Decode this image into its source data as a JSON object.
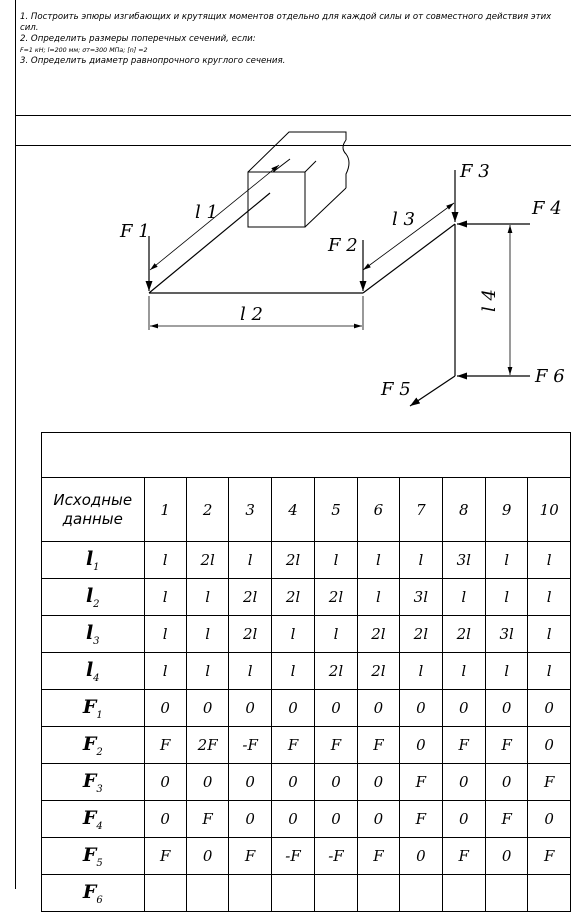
{
  "task": {
    "line1": "1. Построить эпюры изгибающих и крутящих моментов отдельно для каждой силы и от совместного действия этих сил.",
    "line2": "2. Определить размеры поперечных сечений, если:",
    "line3": "F=1 кН; l=200 мм; σт=300 МПа; [n] =2",
    "line4": "3. Определить диаметр равнопрочного круглого сечения."
  },
  "diagram_labels": {
    "F1": "F 1",
    "F2": "F 2",
    "F3": "F 3",
    "F4": "F 4",
    "F5": "F 5",
    "F6": "F 6",
    "l1": "l 1",
    "l2": "l 2",
    "l3": "l 3",
    "l4": "l 4"
  },
  "table": {
    "header": "Исходные данные",
    "columns": [
      "1",
      "2",
      "3",
      "4",
      "5",
      "6",
      "7",
      "8",
      "9",
      "10"
    ],
    "rows": [
      {
        "label": "l",
        "sub": "1",
        "values": [
          "l",
          "2l",
          "l",
          "2l",
          "l",
          "l",
          "l",
          "3l",
          "l",
          "l"
        ]
      },
      {
        "label": "l",
        "sub": "2",
        "values": [
          "l",
          "l",
          "2l",
          "2l",
          "2l",
          "l",
          "3l",
          "l",
          "l",
          "l"
        ]
      },
      {
        "label": "l",
        "sub": "3",
        "values": [
          "l",
          "l",
          "2l",
          "l",
          "l",
          "2l",
          "2l",
          "2l",
          "3l",
          "l"
        ]
      },
      {
        "label": "l",
        "sub": "4",
        "values": [
          "l",
          "l",
          "l",
          "l",
          "2l",
          "2l",
          "l",
          "l",
          "l",
          "l"
        ]
      },
      {
        "label": "F",
        "sub": "1",
        "values": [
          "0",
          "0",
          "0",
          "0",
          "0",
          "0",
          "0",
          "0",
          "0",
          "0"
        ]
      },
      {
        "label": "F",
        "sub": "2",
        "values": [
          "F",
          "2F",
          "-F",
          "F",
          "F",
          "F",
          "0",
          "F",
          "F",
          "0"
        ]
      },
      {
        "label": "F",
        "sub": "3",
        "values": [
          "0",
          "0",
          "0",
          "0",
          "0",
          "0",
          "F",
          "0",
          "0",
          "F"
        ]
      },
      {
        "label": "F",
        "sub": "4",
        "values": [
          "0",
          "F",
          "0",
          "0",
          "0",
          "0",
          "F",
          "0",
          "F",
          "0"
        ]
      },
      {
        "label": "F",
        "sub": "5",
        "values": [
          "F",
          "0",
          "F",
          "-F",
          "-F",
          "F",
          "0",
          "F",
          "0",
          "F"
        ]
      },
      {
        "label": "F",
        "sub": "6",
        "values": [
          "",
          "",
          "",
          "",
          "",
          "",
          "",
          "",
          "",
          ""
        ]
      }
    ]
  }
}
